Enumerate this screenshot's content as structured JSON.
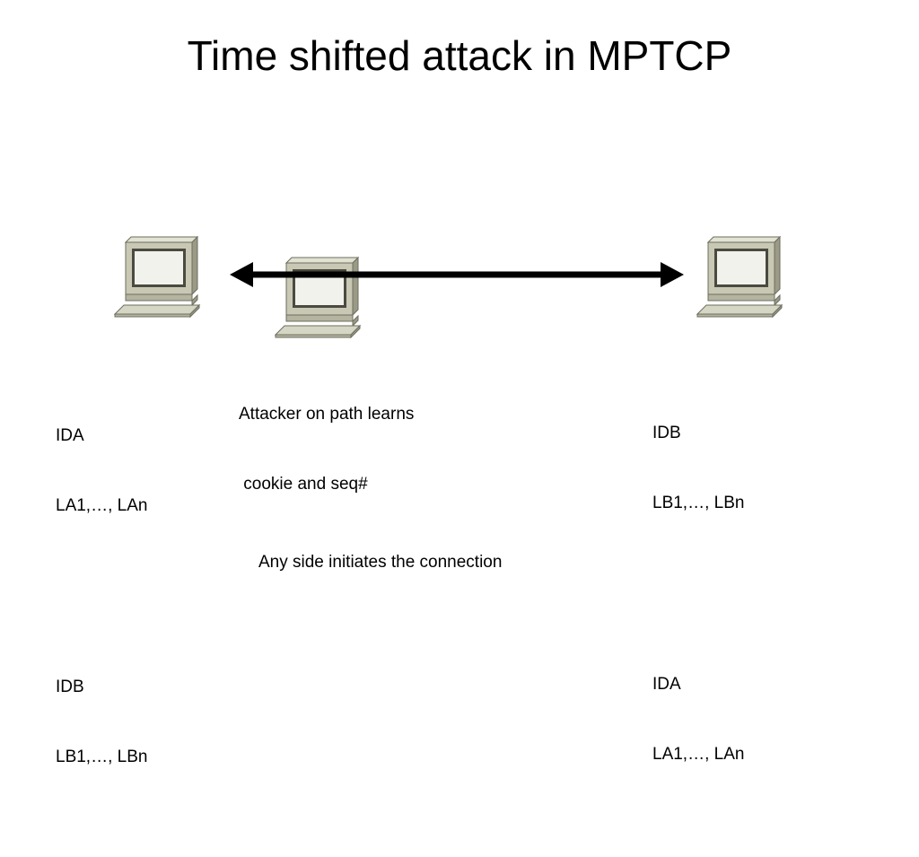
{
  "title": "Time shifted attack in MPTCP",
  "colors": {
    "arrow": "#000000",
    "computer_face": "#c8c8b4",
    "computer_side": "#9a9a86",
    "computer_top": "#e2e2d2",
    "screen": "#f2f2ec"
  },
  "nodes": {
    "host_a": {
      "icon": "computer-icon",
      "lines": [
        "IDA",
        "LA1,…, LAn",
        "IDB",
        "LB1,…, LBn"
      ]
    },
    "attacker": {
      "icon": "computer-icon",
      "lines": [
        "Attacker on path learns",
        " cookie and seq#"
      ]
    },
    "host_b": {
      "icon": "computer-icon",
      "lines": [
        "IDB",
        "LB1,…, LBn",
        "IDA",
        "LA1,…, LAn"
      ]
    }
  },
  "connection": {
    "style": "double-headed-arrow"
  },
  "footer": "Any side initiates the connection"
}
